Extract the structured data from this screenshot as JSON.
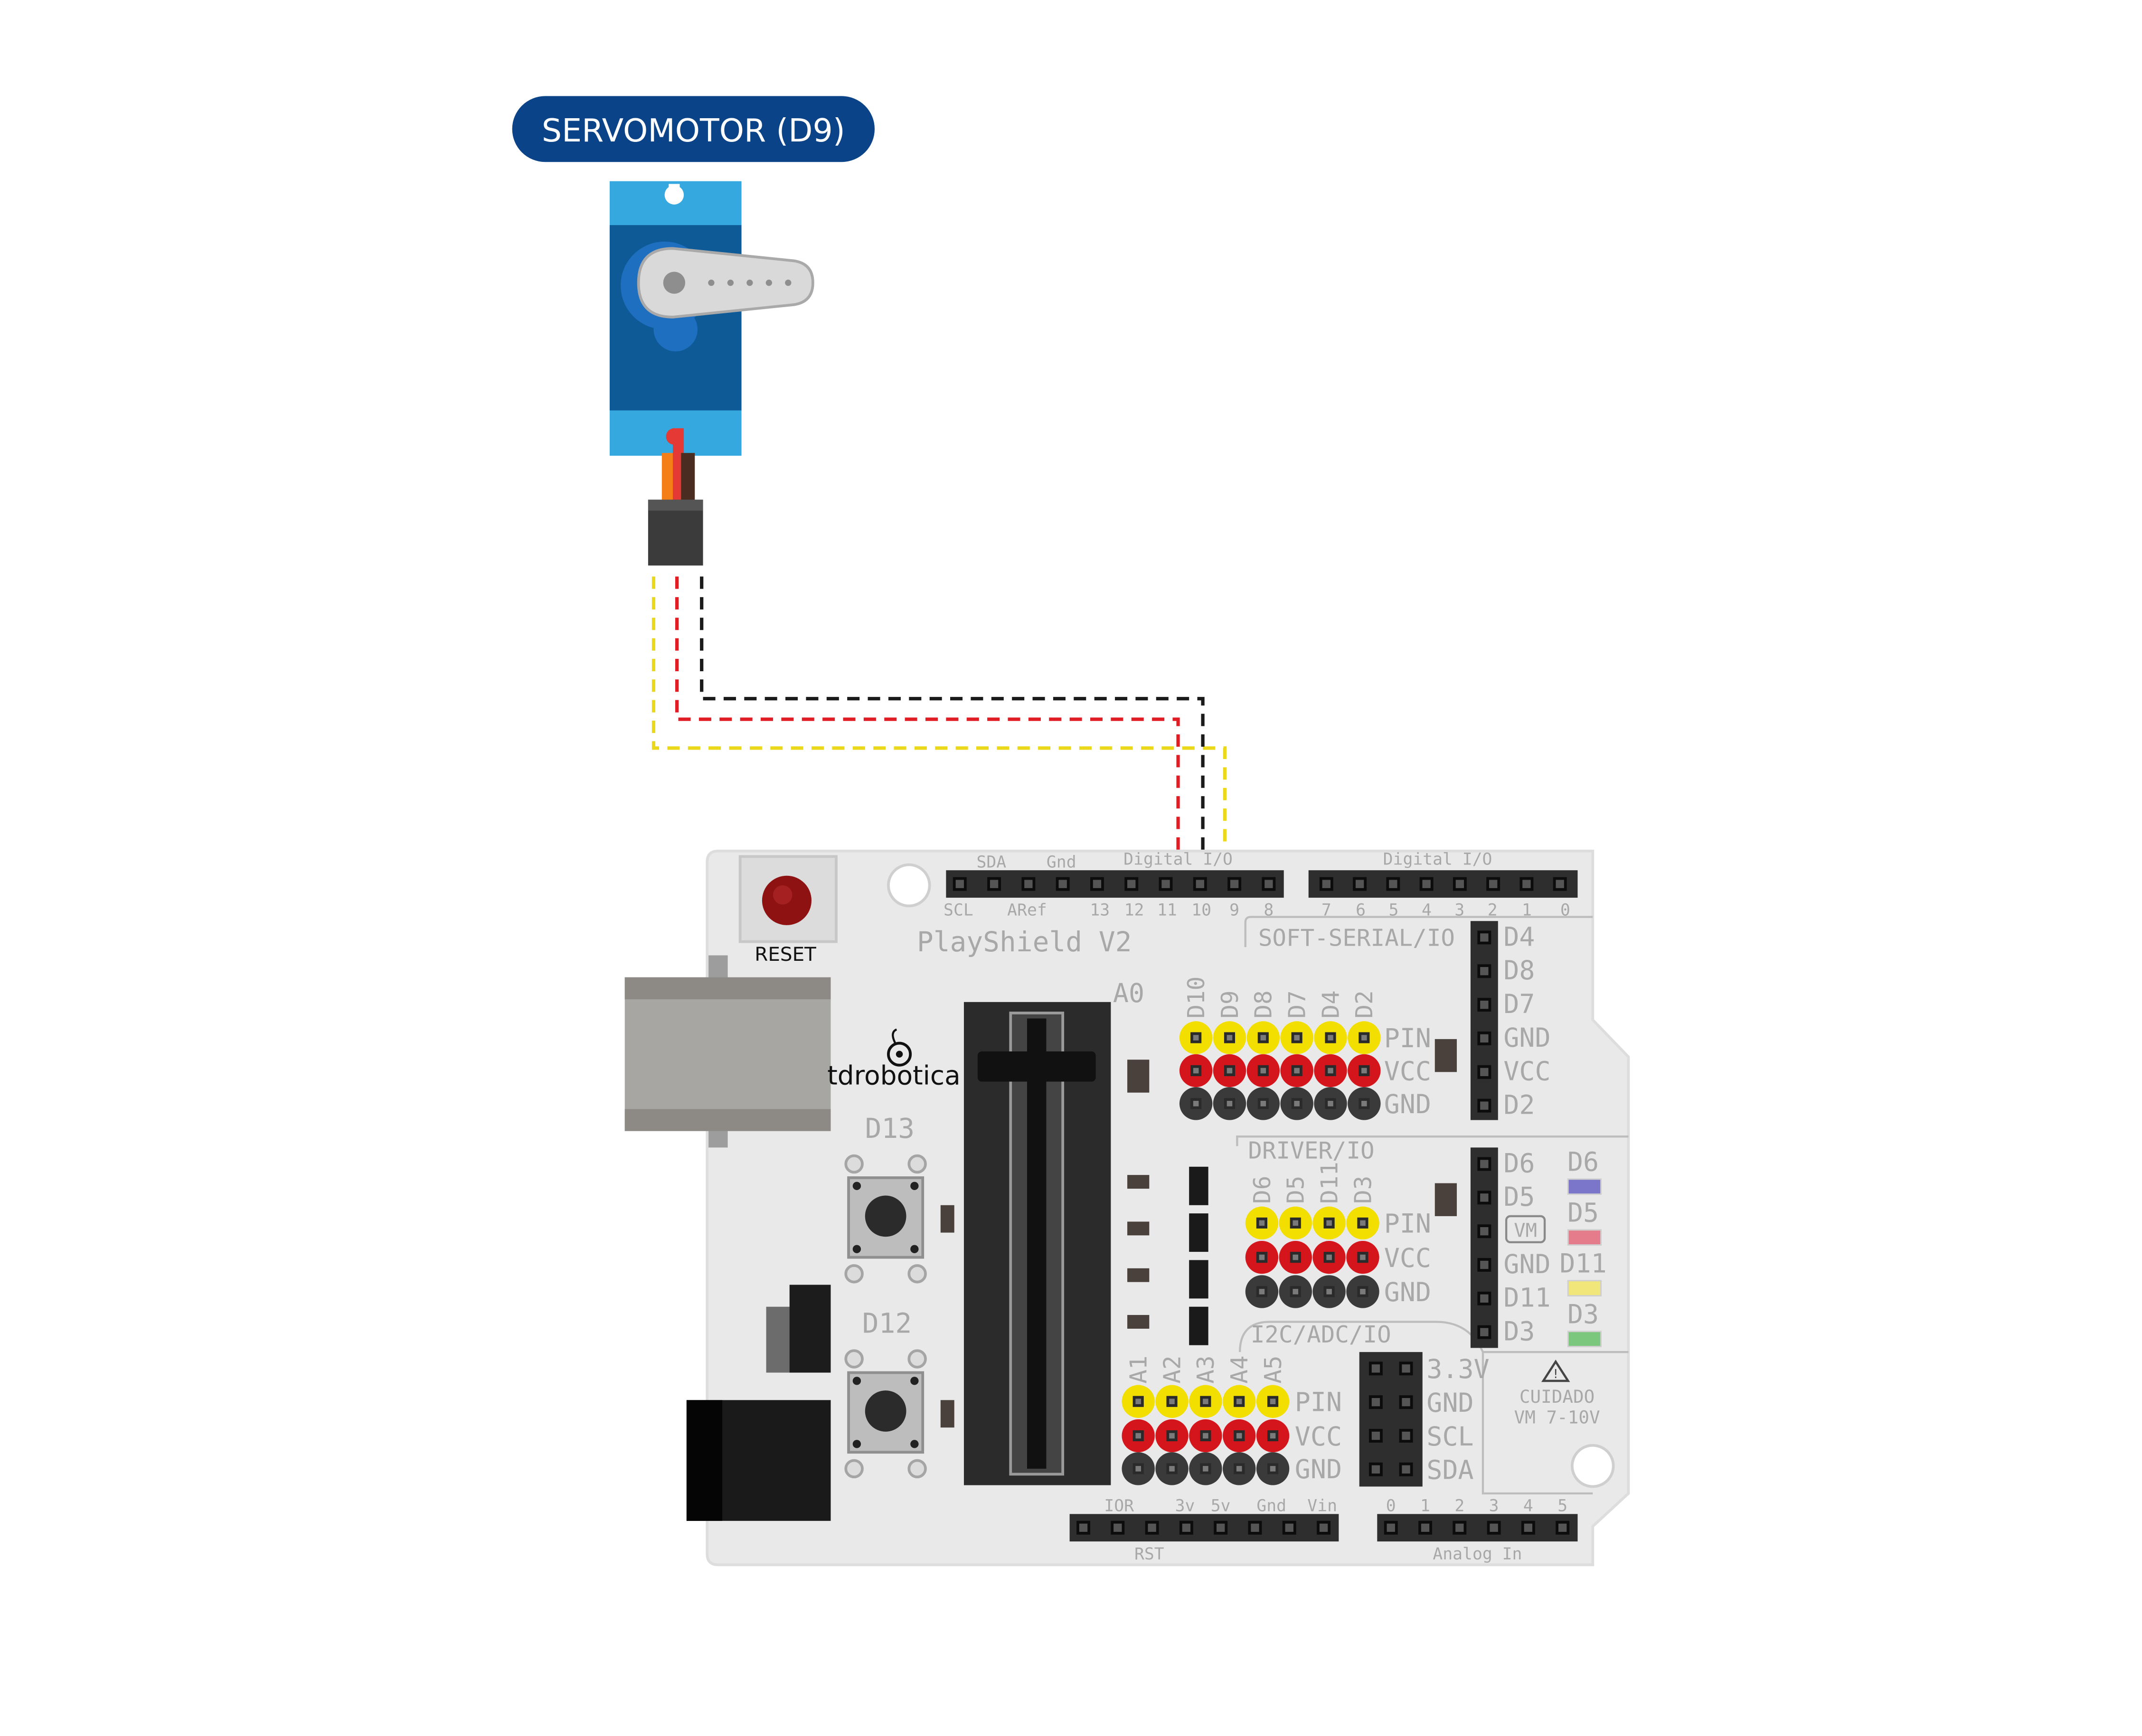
{
  "title_badge": "SERVOMOTOR (D9)",
  "reset_label": "RESET",
  "board_name": "PlayShield V2",
  "brand_name": "tdrobotica",
  "top_header": {
    "left_top": [
      "SDA",
      "Gnd",
      "Digital I/O"
    ],
    "right_top": "Digital I/O",
    "bottom_nums": [
      "SCL",
      "ARef",
      "13",
      "12",
      "11",
      "10",
      "9",
      "8",
      "7",
      "6",
      "5",
      "4",
      "3",
      "2",
      "1",
      "0"
    ]
  },
  "slider_label": "A0",
  "buttons": [
    "D13",
    "D12"
  ],
  "soft_serial": {
    "title": "SOFT-SERIAL/IO",
    "column_pins": [
      "D10",
      "D9",
      "D8",
      "D7",
      "D4",
      "D2"
    ],
    "row_labels": [
      "PIN",
      "VCC",
      "GND"
    ],
    "side_labels": [
      "D4",
      "D8",
      "D7",
      "GND",
      "VCC",
      "D2"
    ]
  },
  "driver": {
    "title": "DRIVER/IO",
    "column_pins": [
      "D6",
      "D5",
      "D11",
      "D3"
    ],
    "row_labels": [
      "PIN",
      "VCC",
      "GND"
    ],
    "side_labels": [
      "D6",
      "D5",
      "VM",
      "GND",
      "D11",
      "D3"
    ],
    "led_labels": [
      "D6",
      "D5",
      "D11",
      "D3"
    ]
  },
  "analog": {
    "column_pins": [
      "A1",
      "A2",
      "A3",
      "A4",
      "A5"
    ],
    "row_labels": [
      "PIN",
      "VCC",
      "GND"
    ]
  },
  "i2c": {
    "title": "I2C/ADC/IO",
    "side_labels": [
      "3.3V",
      "GND",
      "SCL",
      "SDA"
    ]
  },
  "warning": {
    "line1": "CUIDADO",
    "line2": "VM 7-10V"
  },
  "bottom_header": {
    "power_top": [
      "IOR",
      "3v",
      "5v",
      "Gnd",
      "Vin"
    ],
    "power_bottom": "RST",
    "analog_nums": [
      "0",
      "1",
      "2",
      "3",
      "4",
      "5"
    ],
    "analog_bottom": "Analog In"
  },
  "colors": {
    "badge": "#0b4388",
    "pin_yellow": "#f2df00",
    "pin_red": "#d4161c",
    "pin_black": "#3a3a3a",
    "board": "#e9e9e9",
    "servo_blue": "#35a8e0",
    "servo_dark": "#0d5a96"
  }
}
